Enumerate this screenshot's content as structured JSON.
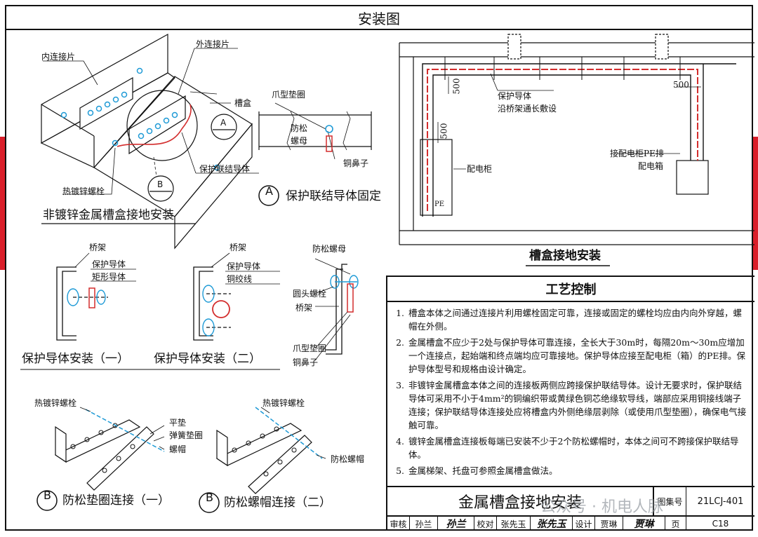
{
  "sheet_title": "安装图",
  "fig_nongalv": {
    "caption": "非镀锌金属槽盒接地安装",
    "inner_plate": "内连接片",
    "outer_plate": "外连接片",
    "trunking": "槽盒",
    "bond_conductor": "保护联结导体",
    "hot_dip_bolt": "热镀锌螺栓",
    "marker_a": "A",
    "marker_b": "B"
  },
  "fig_a": {
    "marker": "A",
    "caption": "保护联结导体固定",
    "claw_washer": "爪型垫圈",
    "anti_loose": "防松",
    "nut": "螺母",
    "copper_lug": "铜鼻子"
  },
  "fig_trunking": {
    "caption": "槽盒接地安装",
    "dim_500a": "500",
    "dim_500b": "500",
    "dim_500c": "500",
    "pe_conductor_1": "保护导体",
    "pe_conductor_2": "沿桥架通长敷设",
    "dist_cabinet": "配电柜",
    "pe": "PE",
    "to_pe_bar": "接配电柜PE排",
    "dist_box": "配电箱"
  },
  "fig_pe1": {
    "caption": "保护导体安装（一）",
    "tray": "桥架",
    "pe_conductor": "保护导体",
    "rect_conductor": "矩形导体"
  },
  "fig_pe2": {
    "caption": "保护导体安装（二）",
    "tray": "桥架",
    "pe_conductor": "保护导体",
    "copper_strand": "铜绞线"
  },
  "fig_bolt": {
    "anti_loose_nut": "防松螺母",
    "round_bolt": "圆头螺栓",
    "tray": "桥架",
    "claw_washer": "爪型垫圈",
    "copper_lug": "铜鼻子"
  },
  "fig_b1": {
    "marker": "B",
    "caption": "防松垫圈连接（一）",
    "hot_dip_bolt": "热镀锌螺栓",
    "flat_washer": "平垫",
    "spring_washer": "弹簧垫圈",
    "nut": "螺帽"
  },
  "fig_b2": {
    "marker": "B",
    "caption": "防松螺帽连接（二）",
    "hot_dip_bolt": "热镀锌螺栓",
    "anti_loose_nut": "防松螺帽"
  },
  "process": {
    "title": "工艺控制",
    "items": [
      "槽盒本体之间通过连接片利用螺栓固定可靠，连接或固定的螺栓均应由内向外穿越，螺帽在外侧。",
      "金属槽盒不应少于2处与保护导体可靠连接，全长大于30m时，每隔20m～30m应增加一个连接点，起始端和终点端均应可靠接地。保护导体应接至配电柜（箱）的PE排。保护导体型号和规格由设计确定。",
      "非镀锌金属槽盒本体之间的连接板两侧应跨接保护联结导体。设计无要求时，保护联结导体可采用不小于4mm²的铜编织带或黄绿色铜芯绝缘软导线，端部应采用铜接线端子连接；保护联结导体连接处应将槽盒内外侧绝缘层剥除（或使用爪型垫圈），确保电气接触可靠。",
      "镀锌金属槽盒连接板每端已安装不少于2个防松螺帽时，本体之间可不跨接保护联结导体。",
      "金属梯架、托盘可参照金属槽盒做法。"
    ]
  },
  "titleblock": {
    "main_title": "金属槽盒接地安装",
    "set_no_label": "图集号",
    "set_no": "21LCJ-401",
    "review_label": "审核",
    "review_name": "孙兰",
    "review_sig": "孙兰",
    "check_label": "校对",
    "check_name": "张先玉",
    "check_sig": "张先玉",
    "design_label": "设计",
    "design_name": "贾琳",
    "design_sig": "贾琳",
    "page_label": "页",
    "page_no": "C18"
  },
  "watermark": "公众号 · 机电人脉",
  "colors": {
    "accent_red": "#d91e2a",
    "bolt_blue": "#1e9ad6",
    "conductor_red": "#d32d2d"
  }
}
